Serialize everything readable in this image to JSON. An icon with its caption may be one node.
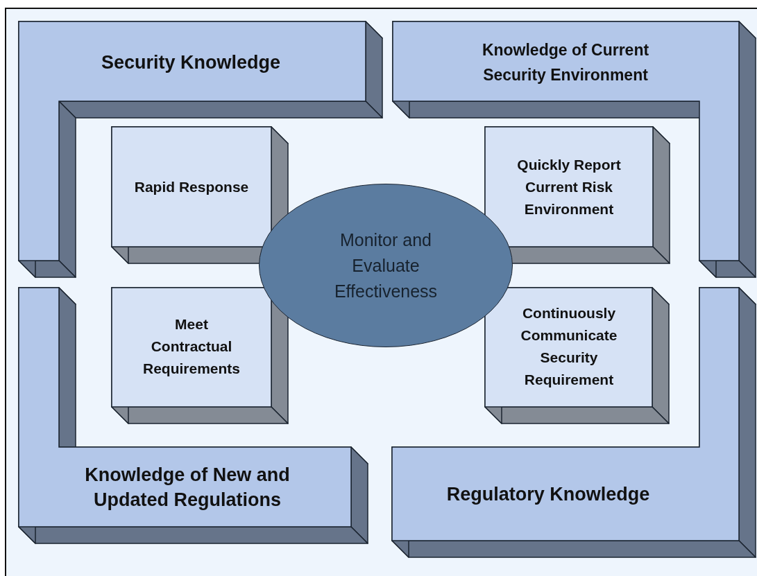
{
  "diagram": {
    "nodes": [
      {
        "text": [
          "Security Knowledge"
        ]
      },
      {
        "text": [
          "Knowledge of Current Security Environment"
        ]
      },
      {
        "text": [
          "Knowledge of New and Updated Regulations"
        ]
      },
      {
        "text": [
          "Regulatory Knowledge"
        ]
      },
      {
        "text": [
          "Rapid Response"
        ]
      },
      {
        "text": [
          "Quickly Report Current Risk Environment"
        ]
      },
      {
        "text": [
          "Meet Contractual Requirements"
        ]
      },
      {
        "text": [
          "Continuously Communicate Security Requirement"
        ]
      },
      {
        "text": [
          "Monitor and Evaluate Effectiveness"
        ]
      }
    ]
  }
}
